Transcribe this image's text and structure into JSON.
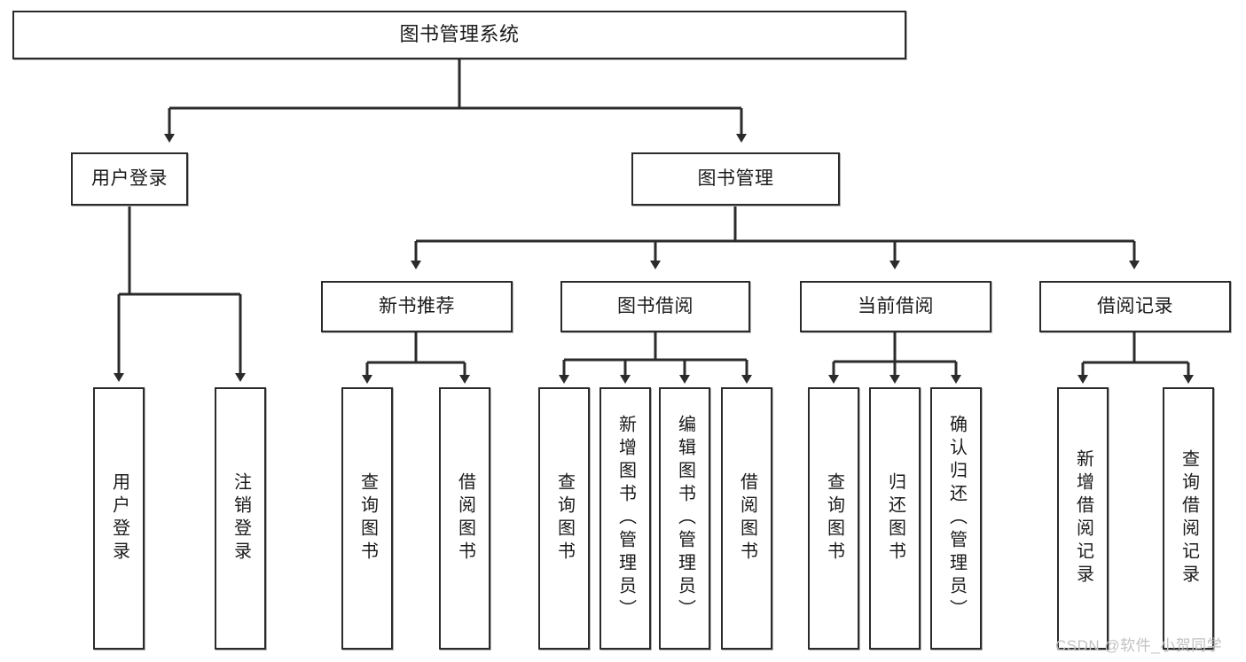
{
  "diagram": {
    "title": "图书管理系统",
    "type": "function-structure-tree",
    "stroke_color": "#2b2b2b",
    "fill_color": "#ffffff",
    "text_color": "#1a1a1a"
  },
  "nodes": {
    "root": {
      "label": "图书管理系统"
    },
    "level2": [
      {
        "id": "user-login",
        "label": "用户登录"
      },
      {
        "id": "book-manage",
        "label": "图书管理"
      }
    ],
    "level3": [
      {
        "id": "new-book-recommend",
        "label": "新书推荐"
      },
      {
        "id": "book-borrow",
        "label": "图书借阅"
      },
      {
        "id": "current-borrow",
        "label": "当前借阅"
      },
      {
        "id": "borrow-record",
        "label": "借阅记录"
      }
    ],
    "leaves": [
      {
        "id": "leaf-user-login",
        "label": "用户登录",
        "parent": "user-login"
      },
      {
        "id": "leaf-logout",
        "label": "注销登录",
        "parent": "user-login"
      },
      {
        "id": "leaf-query-book-1",
        "label": "查询图书",
        "parent": "new-book-recommend"
      },
      {
        "id": "leaf-borrow-book-1",
        "label": "借阅图书",
        "parent": "new-book-recommend"
      },
      {
        "id": "leaf-query-book-2",
        "label": "查询图书",
        "parent": "book-borrow"
      },
      {
        "id": "leaf-add-book",
        "label": "新增图书（管理员）",
        "parent": "book-borrow"
      },
      {
        "id": "leaf-edit-book",
        "label": "编辑图书（管理员）",
        "parent": "book-borrow"
      },
      {
        "id": "leaf-borrow-book-2",
        "label": "借阅图书",
        "parent": "book-borrow"
      },
      {
        "id": "leaf-query-book-3",
        "label": "查询图书",
        "parent": "current-borrow"
      },
      {
        "id": "leaf-return-book",
        "label": "归还图书",
        "parent": "current-borrow"
      },
      {
        "id": "leaf-confirm-return",
        "label": "确认归还（管理员）",
        "parent": "current-borrow"
      },
      {
        "id": "leaf-add-record",
        "label": "新增借阅记录",
        "parent": "borrow-record"
      },
      {
        "id": "leaf-query-record",
        "label": "查询借阅记录",
        "parent": "borrow-record"
      }
    ]
  },
  "watermark": {
    "text": "CSDN @软件_小贺同学"
  }
}
